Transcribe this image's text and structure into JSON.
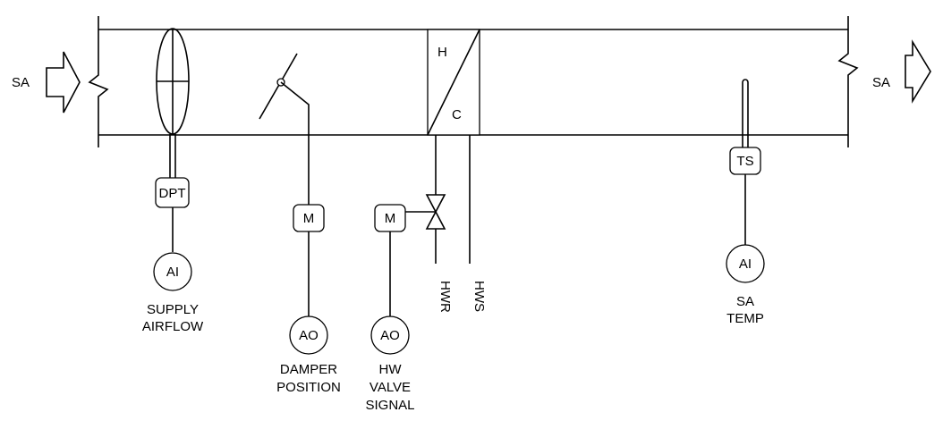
{
  "labels": {
    "sa_in": "SA",
    "sa_out": "SA",
    "coil_heat": "H",
    "coil_cool": "C",
    "hwr": "HWR",
    "hws": "HWS"
  },
  "devices": {
    "dpt": "DPT",
    "damper_motor": "M",
    "valve_motor": "M",
    "ts": "TS"
  },
  "points": {
    "supply_airflow": {
      "type": "AI",
      "line1": "SUPPLY",
      "line2": "AIRFLOW"
    },
    "damper_position": {
      "type": "AO",
      "line1": "DAMPER",
      "line2": "POSITION"
    },
    "hw_valve_signal": {
      "type": "AO",
      "line1": "HW",
      "line2": "VALVE",
      "line3": "SIGNAL"
    },
    "sa_temp": {
      "type": "AI",
      "line1": "SA",
      "line2": "TEMP"
    }
  }
}
